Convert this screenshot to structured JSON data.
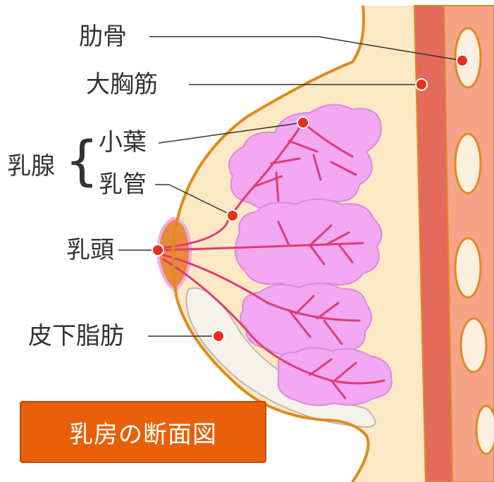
{
  "labels": {
    "rib": "肋骨",
    "pectoralis_major": "大胸筋",
    "mammary_gland": "乳腺",
    "brace": "{",
    "lobule": "小葉",
    "duct": "乳管",
    "nipple": "乳頭",
    "subcutaneous_fat": "皮下脂肪"
  },
  "title": "乳房の断面図",
  "colors": {
    "tissue_fill": "#fbe8c4",
    "outline": "#e08a1e",
    "muscle": "#e46a5b",
    "rib_band": "#f5a488",
    "rib_bone": "#fbefdf",
    "lobule": "#f2a8f2",
    "lobule_edge": "#d98ae0",
    "duct": "#e23a75",
    "nipple": "#e88a3c",
    "fat": "#f5f2ec",
    "marker": "#e8301e",
    "leader_line": "#333333",
    "title_bg": "#e8600a"
  }
}
